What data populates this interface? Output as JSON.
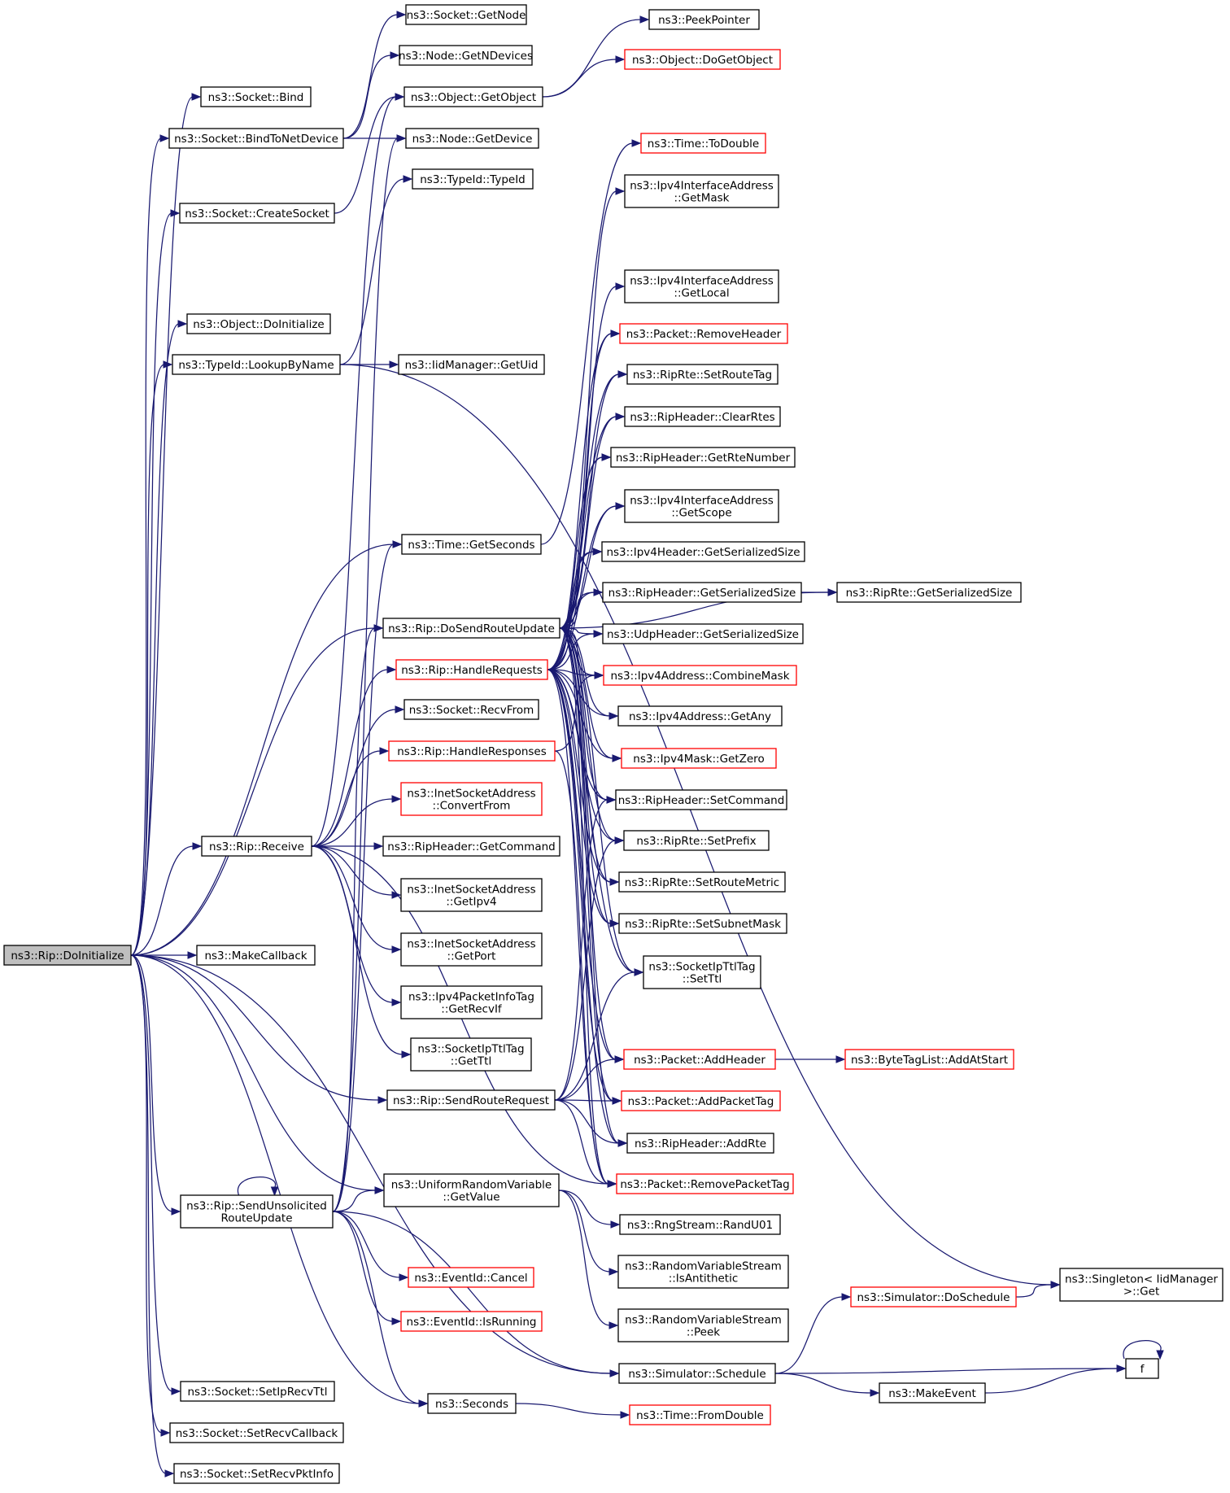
{
  "title": "",
  "colors": {
    "edge": "#191970",
    "root_fill": "#bfbfbf",
    "red_border": "#ff0000",
    "node_border": "#000000"
  },
  "nodes": [
    {
      "id": "rip_doinit",
      "lines": [
        "ns3::Rip::DoInitialize"
      ],
      "style": "root"
    },
    {
      "id": "socket_getnode",
      "lines": [
        "ns3::Socket::GetNode"
      ],
      "style": "normal"
    },
    {
      "id": "node_getndevices",
      "lines": [
        "ns3::Node::GetNDevices"
      ],
      "style": "normal"
    },
    {
      "id": "socket_bind",
      "lines": [
        "ns3::Socket::Bind"
      ],
      "style": "normal"
    },
    {
      "id": "object_getobject",
      "lines": [
        "ns3::Object::GetObject"
      ],
      "style": "normal"
    },
    {
      "id": "socket_bindtonet",
      "lines": [
        "ns3::Socket::BindToNetDevice"
      ],
      "style": "normal"
    },
    {
      "id": "node_getdevice",
      "lines": [
        "ns3::Node::GetDevice"
      ],
      "style": "normal"
    },
    {
      "id": "peekpointer",
      "lines": [
        "ns3::PeekPointer"
      ],
      "style": "normal"
    },
    {
      "id": "object_dogetobject",
      "lines": [
        "ns3::Object::DoGetObject"
      ],
      "style": "red"
    },
    {
      "id": "time_todouble",
      "lines": [
        "ns3::Time::ToDouble"
      ],
      "style": "red"
    },
    {
      "id": "typeid_typeid",
      "lines": [
        "ns3::TypeId::TypeId"
      ],
      "style": "normal"
    },
    {
      "id": "socket_createsocket",
      "lines": [
        "ns3::Socket::CreateSocket"
      ],
      "style": "normal"
    },
    {
      "id": "ipv4ia_getmask",
      "lines": [
        "ns3::Ipv4InterfaceAddress",
        "::GetMask"
      ],
      "style": "normal"
    },
    {
      "id": "ipv4ia_getlocal",
      "lines": [
        "ns3::Ipv4InterfaceAddress",
        "::GetLocal"
      ],
      "style": "normal"
    },
    {
      "id": "object_doinit",
      "lines": [
        "ns3::Object::DoInitialize"
      ],
      "style": "normal"
    },
    {
      "id": "packet_removeheader",
      "lines": [
        "ns3::Packet::RemoveHeader"
      ],
      "style": "red"
    },
    {
      "id": "typeid_lookup",
      "lines": [
        "ns3::TypeId::LookupByName"
      ],
      "style": "normal"
    },
    {
      "id": "iidmanager_getuid",
      "lines": [
        "ns3::IidManager::GetUid"
      ],
      "style": "normal"
    },
    {
      "id": "riprte_setroutetag",
      "lines": [
        "ns3::RipRte::SetRouteTag"
      ],
      "style": "normal"
    },
    {
      "id": "ripheader_clearrtes",
      "lines": [
        "ns3::RipHeader::ClearRtes"
      ],
      "style": "normal"
    },
    {
      "id": "ripheader_getrtenumber",
      "lines": [
        "ns3::RipHeader::GetRteNumber"
      ],
      "style": "normal"
    },
    {
      "id": "ipv4ia_getscope",
      "lines": [
        "ns3::Ipv4InterfaceAddress",
        "::GetScope"
      ],
      "style": "normal"
    },
    {
      "id": "time_getseconds",
      "lines": [
        "ns3::Time::GetSeconds"
      ],
      "style": "normal"
    },
    {
      "id": "ipv4header_getsize",
      "lines": [
        "ns3::Ipv4Header::GetSerializedSize"
      ],
      "style": "normal"
    },
    {
      "id": "ripheader_getsize",
      "lines": [
        "ns3::RipHeader::GetSerializedSize"
      ],
      "style": "normal"
    },
    {
      "id": "riprte_getsize",
      "lines": [
        "ns3::RipRte::GetSerializedSize"
      ],
      "style": "normal"
    },
    {
      "id": "rip_dosend",
      "lines": [
        "ns3::Rip::DoSendRouteUpdate"
      ],
      "style": "normal"
    },
    {
      "id": "udpheader_getsize",
      "lines": [
        "ns3::UdpHeader::GetSerializedSize"
      ],
      "style": "normal"
    },
    {
      "id": "rip_handlerequests",
      "lines": [
        "ns3::Rip::HandleRequests"
      ],
      "style": "red"
    },
    {
      "id": "ipv4addr_combinemask",
      "lines": [
        "ns3::Ipv4Address::CombineMask"
      ],
      "style": "red"
    },
    {
      "id": "socket_recvfrom",
      "lines": [
        "ns3::Socket::RecvFrom"
      ],
      "style": "normal"
    },
    {
      "id": "ipv4addr_getany",
      "lines": [
        "ns3::Ipv4Address::GetAny"
      ],
      "style": "normal"
    },
    {
      "id": "rip_handleresponses",
      "lines": [
        "ns3::Rip::HandleResponses"
      ],
      "style": "red"
    },
    {
      "id": "ipv4mask_getzero",
      "lines": [
        "ns3::Ipv4Mask::GetZero"
      ],
      "style": "red"
    },
    {
      "id": "inetsa_convertfrom",
      "lines": [
        "ns3::InetSocketAddress",
        "::ConvertFrom"
      ],
      "style": "red"
    },
    {
      "id": "ripheader_setcommand",
      "lines": [
        "ns3::RipHeader::SetCommand"
      ],
      "style": "normal"
    },
    {
      "id": "rip_receive",
      "lines": [
        "ns3::Rip::Receive"
      ],
      "style": "normal"
    },
    {
      "id": "ripheader_getcommand",
      "lines": [
        "ns3::RipHeader::GetCommand"
      ],
      "style": "normal"
    },
    {
      "id": "riprte_setprefix",
      "lines": [
        "ns3::RipRte::SetPrefix"
      ],
      "style": "normal"
    },
    {
      "id": "inetsa_getipv4",
      "lines": [
        "ns3::InetSocketAddress",
        "::GetIpv4"
      ],
      "style": "normal"
    },
    {
      "id": "riprte_setroutemetric",
      "lines": [
        "ns3::RipRte::SetRouteMetric"
      ],
      "style": "normal"
    },
    {
      "id": "riprte_setsubnetmask",
      "lines": [
        "ns3::RipRte::SetSubnetMask"
      ],
      "style": "normal"
    },
    {
      "id": "inetsa_getport",
      "lines": [
        "ns3::InetSocketAddress",
        "::GetPort"
      ],
      "style": "normal"
    },
    {
      "id": "makecallback",
      "lines": [
        "ns3::MakeCallback"
      ],
      "style": "normal"
    },
    {
      "id": "socketipttltag_setttl",
      "lines": [
        "ns3::SocketIpTtlTag",
        "::SetTtl"
      ],
      "style": "normal"
    },
    {
      "id": "ipv4pktinfotag_getrecvif",
      "lines": [
        "ns3::Ipv4PacketInfoTag",
        "::GetRecvIf"
      ],
      "style": "normal"
    },
    {
      "id": "socketipttltag_getttl",
      "lines": [
        "ns3::SocketIpTtlTag",
        "::GetTtl"
      ],
      "style": "normal"
    },
    {
      "id": "packet_addheader",
      "lines": [
        "ns3::Packet::AddHeader"
      ],
      "style": "red"
    },
    {
      "id": "bytetaglist_addatstart",
      "lines": [
        "ns3::ByteTagList::AddAtStart"
      ],
      "style": "red"
    },
    {
      "id": "rip_sendrouterequest",
      "lines": [
        "ns3::Rip::SendRouteRequest"
      ],
      "style": "normal"
    },
    {
      "id": "packet_addpackettag",
      "lines": [
        "ns3::Packet::AddPacketTag"
      ],
      "style": "red"
    },
    {
      "id": "ripheader_addrte",
      "lines": [
        "ns3::RipHeader::AddRte"
      ],
      "style": "normal"
    },
    {
      "id": "uniformrv_getvalue",
      "lines": [
        "ns3::UniformRandomVariable",
        "::GetValue"
      ],
      "style": "normal"
    },
    {
      "id": "packet_removepackettag",
      "lines": [
        "ns3::Packet::RemovePacketTag"
      ],
      "style": "red"
    },
    {
      "id": "rip_sendunsolicited",
      "lines": [
        "ns3::Rip::SendUnsolicited",
        "RouteUpdate"
      ],
      "style": "normal"
    },
    {
      "id": "rngstream_randu01",
      "lines": [
        "ns3::RngStream::RandU01"
      ],
      "style": "normal"
    },
    {
      "id": "rvs_isantithetic",
      "lines": [
        "ns3::RandomVariableStream",
        "::IsAntithetic"
      ],
      "style": "normal"
    },
    {
      "id": "singleton_get",
      "lines": [
        "ns3::Singleton< IidManager",
        " >::Get"
      ],
      "style": "normal"
    },
    {
      "id": "eventid_cancel",
      "lines": [
        "ns3::EventId::Cancel"
      ],
      "style": "red"
    },
    {
      "id": "simulator_doschedule",
      "lines": [
        "ns3::Simulator::DoSchedule"
      ],
      "style": "red"
    },
    {
      "id": "eventid_isrunning",
      "lines": [
        "ns3::EventId::IsRunning"
      ],
      "style": "red"
    },
    {
      "id": "rvs_peek",
      "lines": [
        "ns3::RandomVariableStream",
        "::Peek"
      ],
      "style": "normal"
    },
    {
      "id": "simulator_schedule",
      "lines": [
        "ns3::Simulator::Schedule"
      ],
      "style": "normal"
    },
    {
      "id": "f",
      "lines": [
        "f"
      ],
      "style": "normal"
    },
    {
      "id": "makeevent",
      "lines": [
        "ns3::MakeEvent"
      ],
      "style": "normal"
    },
    {
      "id": "socket_setiprecvttl",
      "lines": [
        "ns3::Socket::SetIpRecvTtl"
      ],
      "style": "normal"
    },
    {
      "id": "seconds",
      "lines": [
        "ns3::Seconds"
      ],
      "style": "normal"
    },
    {
      "id": "time_fromdouble",
      "lines": [
        "ns3::Time::FromDouble"
      ],
      "style": "red"
    },
    {
      "id": "socket_setrecvcallback",
      "lines": [
        "ns3::Socket::SetRecvCallback"
      ],
      "style": "normal"
    },
    {
      "id": "socket_setrecvpktinfo",
      "lines": [
        "ns3::Socket::SetRecvPktInfo"
      ],
      "style": "normal"
    }
  ],
  "edges": [
    [
      "rip_doinit",
      "socket_bind"
    ],
    [
      "rip_doinit",
      "socket_bindtonet"
    ],
    [
      "rip_doinit",
      "socket_createsocket"
    ],
    [
      "rip_doinit",
      "object_doinit"
    ],
    [
      "rip_doinit",
      "typeid_lookup"
    ],
    [
      "rip_doinit",
      "time_getseconds"
    ],
    [
      "rip_doinit",
      "rip_dosend"
    ],
    [
      "rip_doinit",
      "rip_receive"
    ],
    [
      "rip_doinit",
      "makecallback"
    ],
    [
      "rip_doinit",
      "rip_sendrouterequest"
    ],
    [
      "rip_doinit",
      "uniformrv_getvalue"
    ],
    [
      "rip_doinit",
      "rip_sendunsolicited"
    ],
    [
      "rip_doinit",
      "simulator_schedule"
    ],
    [
      "rip_doinit",
      "seconds"
    ],
    [
      "rip_doinit",
      "socket_setiprecvttl"
    ],
    [
      "rip_doinit",
      "socket_setrecvcallback"
    ],
    [
      "rip_doinit",
      "socket_setrecvpktinfo"
    ],
    [
      "socket_bindtonet",
      "socket_getnode"
    ],
    [
      "socket_bindtonet",
      "node_getndevices"
    ],
    [
      "socket_bindtonet",
      "node_getdevice"
    ],
    [
      "socket_createsocket",
      "object_getobject"
    ],
    [
      "object_getobject",
      "peekpointer"
    ],
    [
      "object_getobject",
      "object_dogetobject"
    ],
    [
      "typeid_lookup",
      "typeid_typeid"
    ],
    [
      "typeid_lookup",
      "iidmanager_getuid"
    ],
    [
      "typeid_lookup",
      "singleton_get"
    ],
    [
      "time_getseconds",
      "time_todouble"
    ],
    [
      "rip_dosend",
      "ipv4ia_getmask"
    ],
    [
      "rip_dosend",
      "ipv4ia_getlocal"
    ],
    [
      "rip_dosend",
      "packet_removeheader"
    ],
    [
      "rip_dosend",
      "riprte_setroutetag"
    ],
    [
      "rip_dosend",
      "ripheader_clearrtes"
    ],
    [
      "rip_dosend",
      "ripheader_getrtenumber"
    ],
    [
      "rip_dosend",
      "ipv4ia_getscope"
    ],
    [
      "rip_dosend",
      "ipv4header_getsize"
    ],
    [
      "rip_dosend",
      "ripheader_getsize"
    ],
    [
      "rip_dosend",
      "udpheader_getsize"
    ],
    [
      "rip_dosend",
      "ipv4addr_combinemask"
    ],
    [
      "rip_dosend",
      "ipv4addr_getany"
    ],
    [
      "rip_dosend",
      "ipv4mask_getzero"
    ],
    [
      "rip_dosend",
      "ripheader_setcommand"
    ],
    [
      "rip_dosend",
      "riprte_setprefix"
    ],
    [
      "rip_dosend",
      "riprte_setroutemetric"
    ],
    [
      "rip_dosend",
      "riprte_setsubnetmask"
    ],
    [
      "rip_dosend",
      "socketipttltag_setttl"
    ],
    [
      "rip_dosend",
      "packet_addheader"
    ],
    [
      "rip_dosend",
      "packet_addpackettag"
    ],
    [
      "rip_dosend",
      "ripheader_addrte"
    ],
    [
      "rip_dosend",
      "packet_removepackettag"
    ],
    [
      "rip_dosend",
      "riprte_getsize"
    ],
    [
      "ripheader_getsize",
      "riprte_getsize"
    ],
    [
      "rip_handlerequests",
      "packet_removeheader"
    ],
    [
      "rip_handlerequests",
      "riprte_setroutetag"
    ],
    [
      "rip_handlerequests",
      "ripheader_clearrtes"
    ],
    [
      "rip_handlerequests",
      "ripheader_getrtenumber"
    ],
    [
      "rip_handlerequests",
      "ipv4ia_getscope"
    ],
    [
      "rip_handlerequests",
      "ipv4header_getsize"
    ],
    [
      "rip_handlerequests",
      "ripheader_getsize"
    ],
    [
      "rip_handlerequests",
      "udpheader_getsize"
    ],
    [
      "rip_handlerequests",
      "ipv4addr_combinemask"
    ],
    [
      "rip_handlerequests",
      "ipv4addr_getany"
    ],
    [
      "rip_handlerequests",
      "ipv4mask_getzero"
    ],
    [
      "rip_handlerequests",
      "ripheader_setcommand"
    ],
    [
      "rip_handlerequests",
      "riprte_setprefix"
    ],
    [
      "rip_handlerequests",
      "riprte_setroutemetric"
    ],
    [
      "rip_handlerequests",
      "riprte_setsubnetmask"
    ],
    [
      "rip_handlerequests",
      "socketipttltag_setttl"
    ],
    [
      "rip_handlerequests",
      "packet_addheader"
    ],
    [
      "rip_handlerequests",
      "packet_addpackettag"
    ],
    [
      "rip_handlerequests",
      "ripheader_addrte"
    ],
    [
      "rip_handlerequests",
      "packet_removepackettag"
    ],
    [
      "rip_handleresponses",
      "ipv4addr_combinemask"
    ],
    [
      "rip_handleresponses",
      "packet_removepackettag"
    ],
    [
      "rip_receive",
      "rip_handlerequests"
    ],
    [
      "rip_receive",
      "socket_recvfrom"
    ],
    [
      "rip_receive",
      "rip_handleresponses"
    ],
    [
      "rip_receive",
      "inetsa_convertfrom"
    ],
    [
      "rip_receive",
      "ripheader_getcommand"
    ],
    [
      "rip_receive",
      "inetsa_getipv4"
    ],
    [
      "rip_receive",
      "inetsa_getport"
    ],
    [
      "rip_receive",
      "ipv4pktinfotag_getrecvif"
    ],
    [
      "rip_receive",
      "socketipttltag_getttl"
    ],
    [
      "rip_receive",
      "packet_removepackettag"
    ],
    [
      "rip_receive",
      "object_getobject"
    ],
    [
      "rip_sendrouterequest",
      "packet_addheader"
    ],
    [
      "rip_sendrouterequest",
      "packet_addpackettag"
    ],
    [
      "rip_sendrouterequest",
      "ripheader_addrte"
    ],
    [
      "rip_sendrouterequest",
      "packet_removepackettag"
    ],
    [
      "rip_sendrouterequest",
      "socketipttltag_setttl"
    ],
    [
      "rip_sendrouterequest",
      "riprte_setprefix"
    ],
    [
      "rip_sendrouterequest",
      "ripheader_setcommand"
    ],
    [
      "uniformrv_getvalue",
      "rngstream_randu01"
    ],
    [
      "uniformrv_getvalue",
      "rvs_isantithetic"
    ],
    [
      "uniformrv_getvalue",
      "rvs_peek"
    ],
    [
      "rip_sendunsolicited",
      "rip_sendunsolicited"
    ],
    [
      "rip_sendunsolicited",
      "rip_dosend"
    ],
    [
      "rip_sendunsolicited",
      "time_getseconds"
    ],
    [
      "rip_sendunsolicited",
      "uniformrv_getvalue"
    ],
    [
      "rip_sendunsolicited",
      "eventid_cancel"
    ],
    [
      "rip_sendunsolicited",
      "eventid_isrunning"
    ],
    [
      "rip_sendunsolicited",
      "simulator_schedule"
    ],
    [
      "rip_sendunsolicited",
      "seconds"
    ],
    [
      "rip_sendunsolicited",
      "node_getdevice"
    ],
    [
      "simulator_schedule",
      "simulator_doschedule"
    ],
    [
      "simulator_schedule",
      "f"
    ],
    [
      "simulator_schedule",
      "makeevent"
    ],
    [
      "simulator_doschedule",
      "singleton_get"
    ],
    [
      "makeevent",
      "f"
    ],
    [
      "f",
      "f"
    ],
    [
      "seconds",
      "time_fromdouble"
    ],
    [
      "packet_addheader",
      "bytetaglist_addatstart"
    ]
  ]
}
